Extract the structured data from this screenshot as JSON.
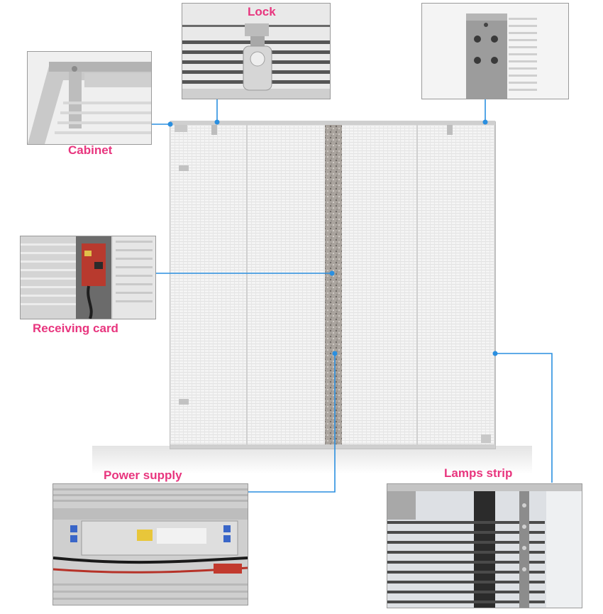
{
  "labels": {
    "lock": "Lock",
    "cabinet": "Cabinet",
    "receiving_card": "Receiving card",
    "power_supply": "Power supply",
    "lamps_strip": "Lamps strip"
  },
  "colors": {
    "label_text": "#e8357e",
    "callout_line": "#2a8fe0",
    "frame": "#b8b8b8",
    "center_column": "#9a9590"
  },
  "photos": [
    "lock-closeup-photo",
    "corner-bracket-photo",
    "cabinet-corner-photo",
    "receiving-card-photo",
    "power-supply-photo",
    "lamps-strip-photo"
  ]
}
